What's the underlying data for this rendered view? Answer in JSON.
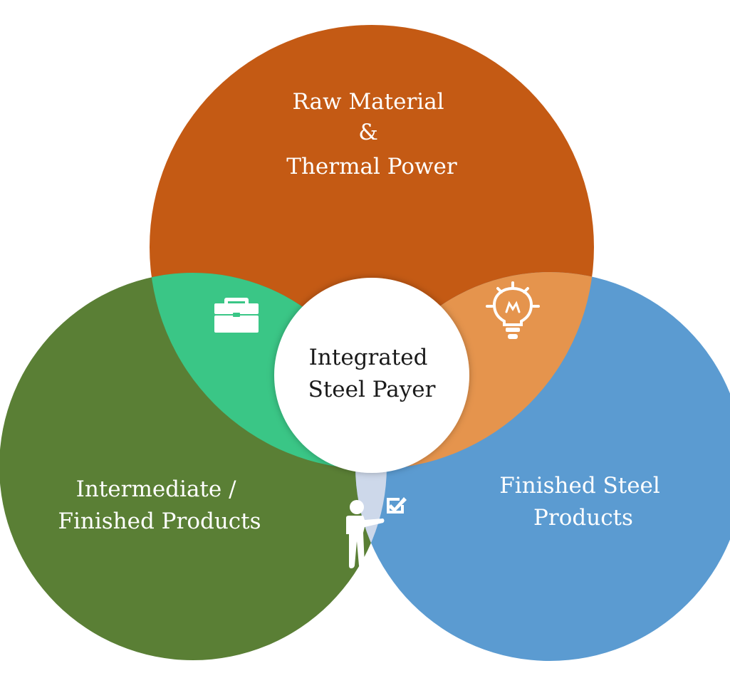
{
  "diagram": {
    "top_circle": {
      "lines": [
        "Raw Material",
        "&",
        "Thermal Power"
      ],
      "color": "#C45A14"
    },
    "left_circle": {
      "lines": [
        "Intermediate /",
        "Finished Products"
      ],
      "color": "#5A7F35"
    },
    "right_circle": {
      "lines": [
        "Finished Steel",
        "Products"
      ],
      "color": "#5B9BD1"
    },
    "center_circle": {
      "lines": [
        "Integrated",
        "Steel Payer"
      ],
      "color": "#FFFFFF"
    },
    "overlaps": {
      "top_left": {
        "color": "#3AC686",
        "icon": "briefcase-icon"
      },
      "top_right": {
        "color": "#E5944D",
        "icon": "lightbulb-icon"
      },
      "left_right": {
        "color": "#CDD8EA",
        "icon": "presenter-checklist-icon"
      }
    }
  }
}
